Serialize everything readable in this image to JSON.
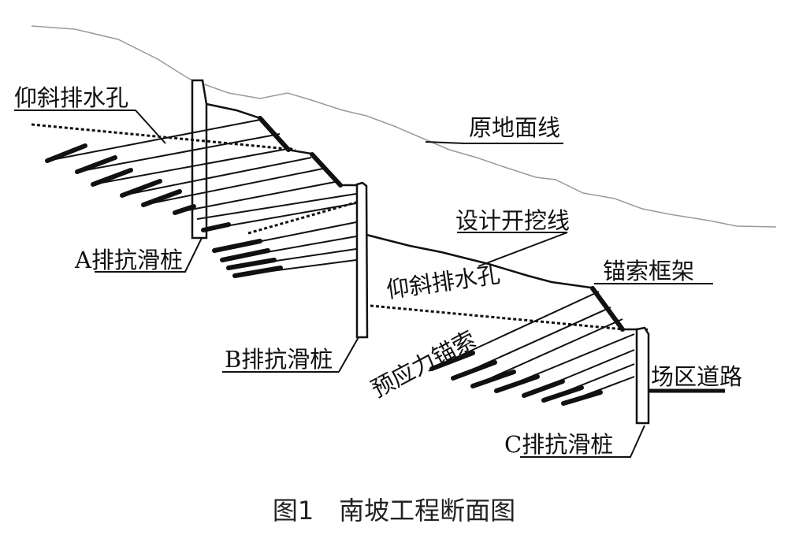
{
  "labels": {
    "drain_hole_upper": "仰斜排水孔",
    "original_ground_line": "原地面线",
    "pile_row_a": "A排抗滑桩",
    "design_excavation_line": "设计开挖线",
    "anchor_frame": "锚索框架",
    "drain_hole_lower": "仰斜排水孔",
    "prestressed_anchor": "预应力锚索",
    "pile_row_b": "B排抗滑桩",
    "site_road": "场区道路",
    "pile_row_c": "C排抗滑桩"
  },
  "caption": "图1　南坡工程断面图",
  "colors": {
    "line": "#111111",
    "ground_line": "#9a9a9a"
  }
}
